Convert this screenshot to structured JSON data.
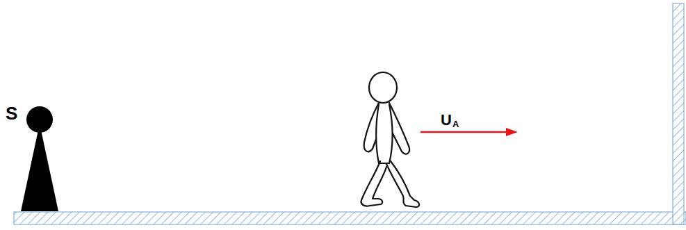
{
  "diagram": {
    "labels": [
      "S",
      "U",
      "A"
    ]
  }
}
